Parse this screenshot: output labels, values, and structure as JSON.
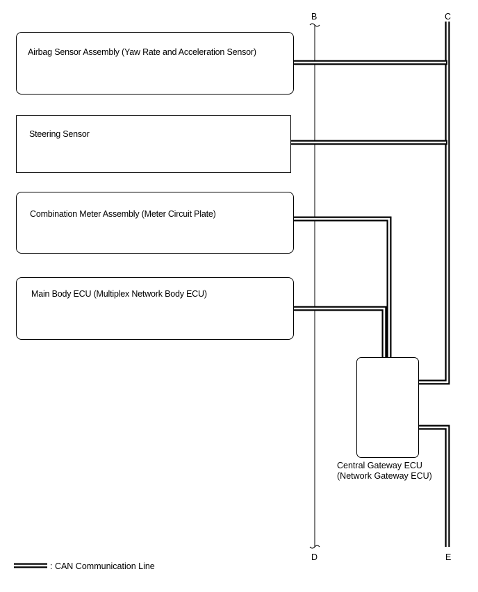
{
  "ecus": {
    "airbag": "Airbag Sensor Assembly (Yaw Rate and Acceleration Sensor)",
    "steering": "Steering Sensor",
    "meter": "Combination Meter Assembly (Meter Circuit Plate)",
    "main_body": "Main Body ECU (Multiplex Network Body ECU)",
    "gateway_line1": "Central Gateway ECU",
    "gateway_line2": "(Network Gateway ECU)"
  },
  "bus_labels": {
    "b": "B",
    "c": "C",
    "d": "D",
    "e": "E"
  },
  "legend": {
    "text": ": CAN Communication Line"
  },
  "colors": {
    "line": "#000000",
    "background": "#ffffff"
  }
}
